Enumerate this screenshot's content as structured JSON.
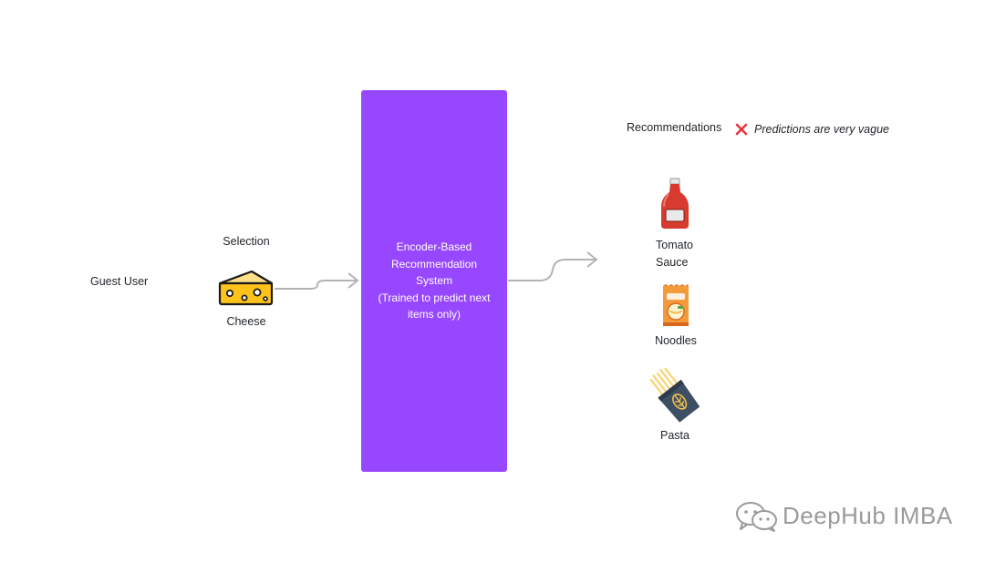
{
  "guest_user": "Guest User",
  "selection": {
    "title": "Selection",
    "item": "Cheese",
    "icon": "cheese-icon"
  },
  "encoder": {
    "label": "Encoder-Based\nRecommendation\nSystem\n(Trained to predict next\nitems only)",
    "color": "#9747ff"
  },
  "recommendations": {
    "title": "Recommendations",
    "status_icon": "red-x-icon",
    "status_color": "#e5343b",
    "note": "Predictions are very vague",
    "items": [
      {
        "label": "Tomato\nSauce",
        "icon": "ketchup-bottle-icon"
      },
      {
        "label": "Noodles",
        "icon": "noodles-pack-icon"
      },
      {
        "label": "Pasta",
        "icon": "pasta-pack-icon"
      }
    ]
  },
  "watermark": "DeepHub IMBA"
}
